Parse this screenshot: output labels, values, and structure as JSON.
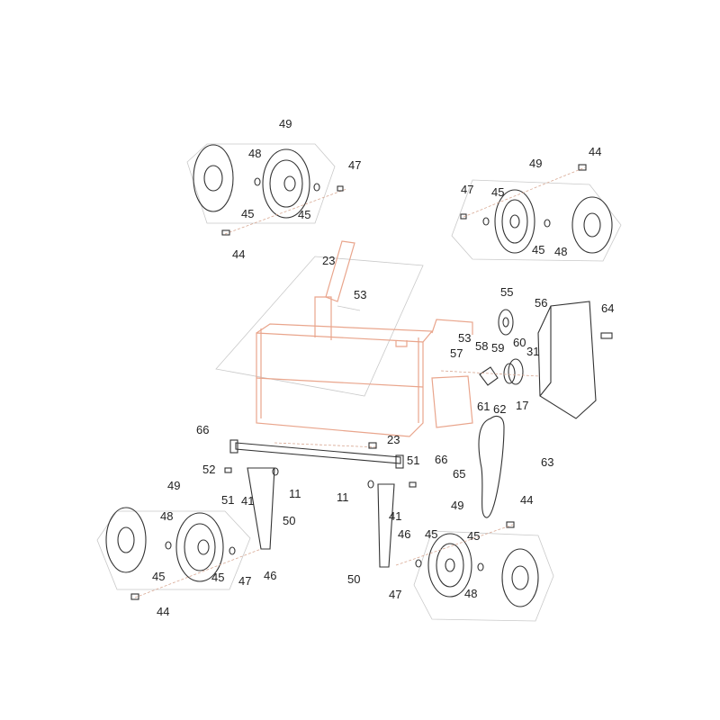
{
  "labels": [
    {
      "id": "l49a",
      "text": "49"
    },
    {
      "id": "l48a",
      "text": "48"
    },
    {
      "id": "l47a",
      "text": "47"
    },
    {
      "id": "l45a",
      "text": "45"
    },
    {
      "id": "l45b",
      "text": "45"
    },
    {
      "id": "l44a",
      "text": "44"
    },
    {
      "id": "l44b",
      "text": "44"
    },
    {
      "id": "l49b",
      "text": "49"
    },
    {
      "id": "l47b",
      "text": "47"
    },
    {
      "id": "l45c",
      "text": "45"
    },
    {
      "id": "l45d",
      "text": "45"
    },
    {
      "id": "l48b",
      "text": "48"
    },
    {
      "id": "l23a",
      "text": "23"
    },
    {
      "id": "l53a",
      "text": "53"
    },
    {
      "id": "l55",
      "text": "55"
    },
    {
      "id": "l56",
      "text": "56"
    },
    {
      "id": "l64",
      "text": "64"
    },
    {
      "id": "l53b",
      "text": "53"
    },
    {
      "id": "l58",
      "text": "58"
    },
    {
      "id": "l59",
      "text": "59"
    },
    {
      "id": "l60",
      "text": "60"
    },
    {
      "id": "l57",
      "text": "57"
    },
    {
      "id": "l31",
      "text": "31"
    },
    {
      "id": "l61",
      "text": "61"
    },
    {
      "id": "l62",
      "text": "62"
    },
    {
      "id": "l17",
      "text": "17"
    },
    {
      "id": "l66a",
      "text": "66"
    },
    {
      "id": "l23b",
      "text": "23"
    },
    {
      "id": "l66b",
      "text": "66"
    },
    {
      "id": "l63",
      "text": "63"
    },
    {
      "id": "l52",
      "text": "52"
    },
    {
      "id": "l51a",
      "text": "51"
    },
    {
      "id": "l41a",
      "text": "41"
    },
    {
      "id": "l11a",
      "text": "11"
    },
    {
      "id": "l51b",
      "text": "51"
    },
    {
      "id": "l11b",
      "text": "11"
    },
    {
      "id": "l65",
      "text": "65"
    },
    {
      "id": "l41b",
      "text": "41"
    },
    {
      "id": "l50a",
      "text": "50"
    },
    {
      "id": "l49c",
      "text": "49"
    },
    {
      "id": "l48c",
      "text": "48"
    },
    {
      "id": "l45e",
      "text": "45"
    },
    {
      "id": "l45f",
      "text": "45"
    },
    {
      "id": "l47c",
      "text": "47"
    },
    {
      "id": "l46a",
      "text": "46"
    },
    {
      "id": "l44c",
      "text": "44"
    },
    {
      "id": "l49d",
      "text": "49"
    },
    {
      "id": "l44d",
      "text": "44"
    },
    {
      "id": "l46b",
      "text": "46"
    },
    {
      "id": "l45g",
      "text": "45"
    },
    {
      "id": "l45h",
      "text": "45"
    },
    {
      "id": "l50b",
      "text": "50"
    },
    {
      "id": "l47d",
      "text": "47"
    },
    {
      "id": "l48d",
      "text": "48"
    }
  ]
}
